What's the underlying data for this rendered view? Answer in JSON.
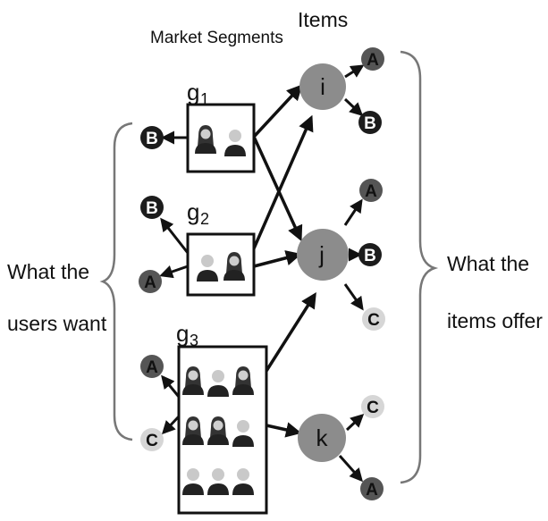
{
  "labels": {
    "market_segments": "Market Segments",
    "items": "Items",
    "what_users_want_line1": "What the",
    "what_users_want_line2": "users want",
    "what_items_offer_line1": "What the",
    "what_items_offer_line2": "items offer"
  },
  "segments": [
    {
      "name": "g",
      "sub": "1",
      "people": 2
    },
    {
      "name": "g",
      "sub": "2",
      "people": 2
    },
    {
      "name": "g",
      "sub": "3",
      "people": 9
    }
  ],
  "items": [
    "i",
    "j",
    "k"
  ],
  "user_wants": {
    "g1": [
      "B"
    ],
    "g2": [
      "B",
      "A"
    ],
    "g3": [
      "A",
      "C"
    ]
  },
  "item_offers": {
    "i": [
      "A",
      "B"
    ],
    "j": [
      "A",
      "B",
      "C"
    ],
    "k": [
      "C",
      "A"
    ]
  },
  "colors": {
    "A": "#555555",
    "B": "#1c1c1c",
    "C": "#d6d6d6",
    "item": "#8c8c8c",
    "stroke": "#111111"
  }
}
